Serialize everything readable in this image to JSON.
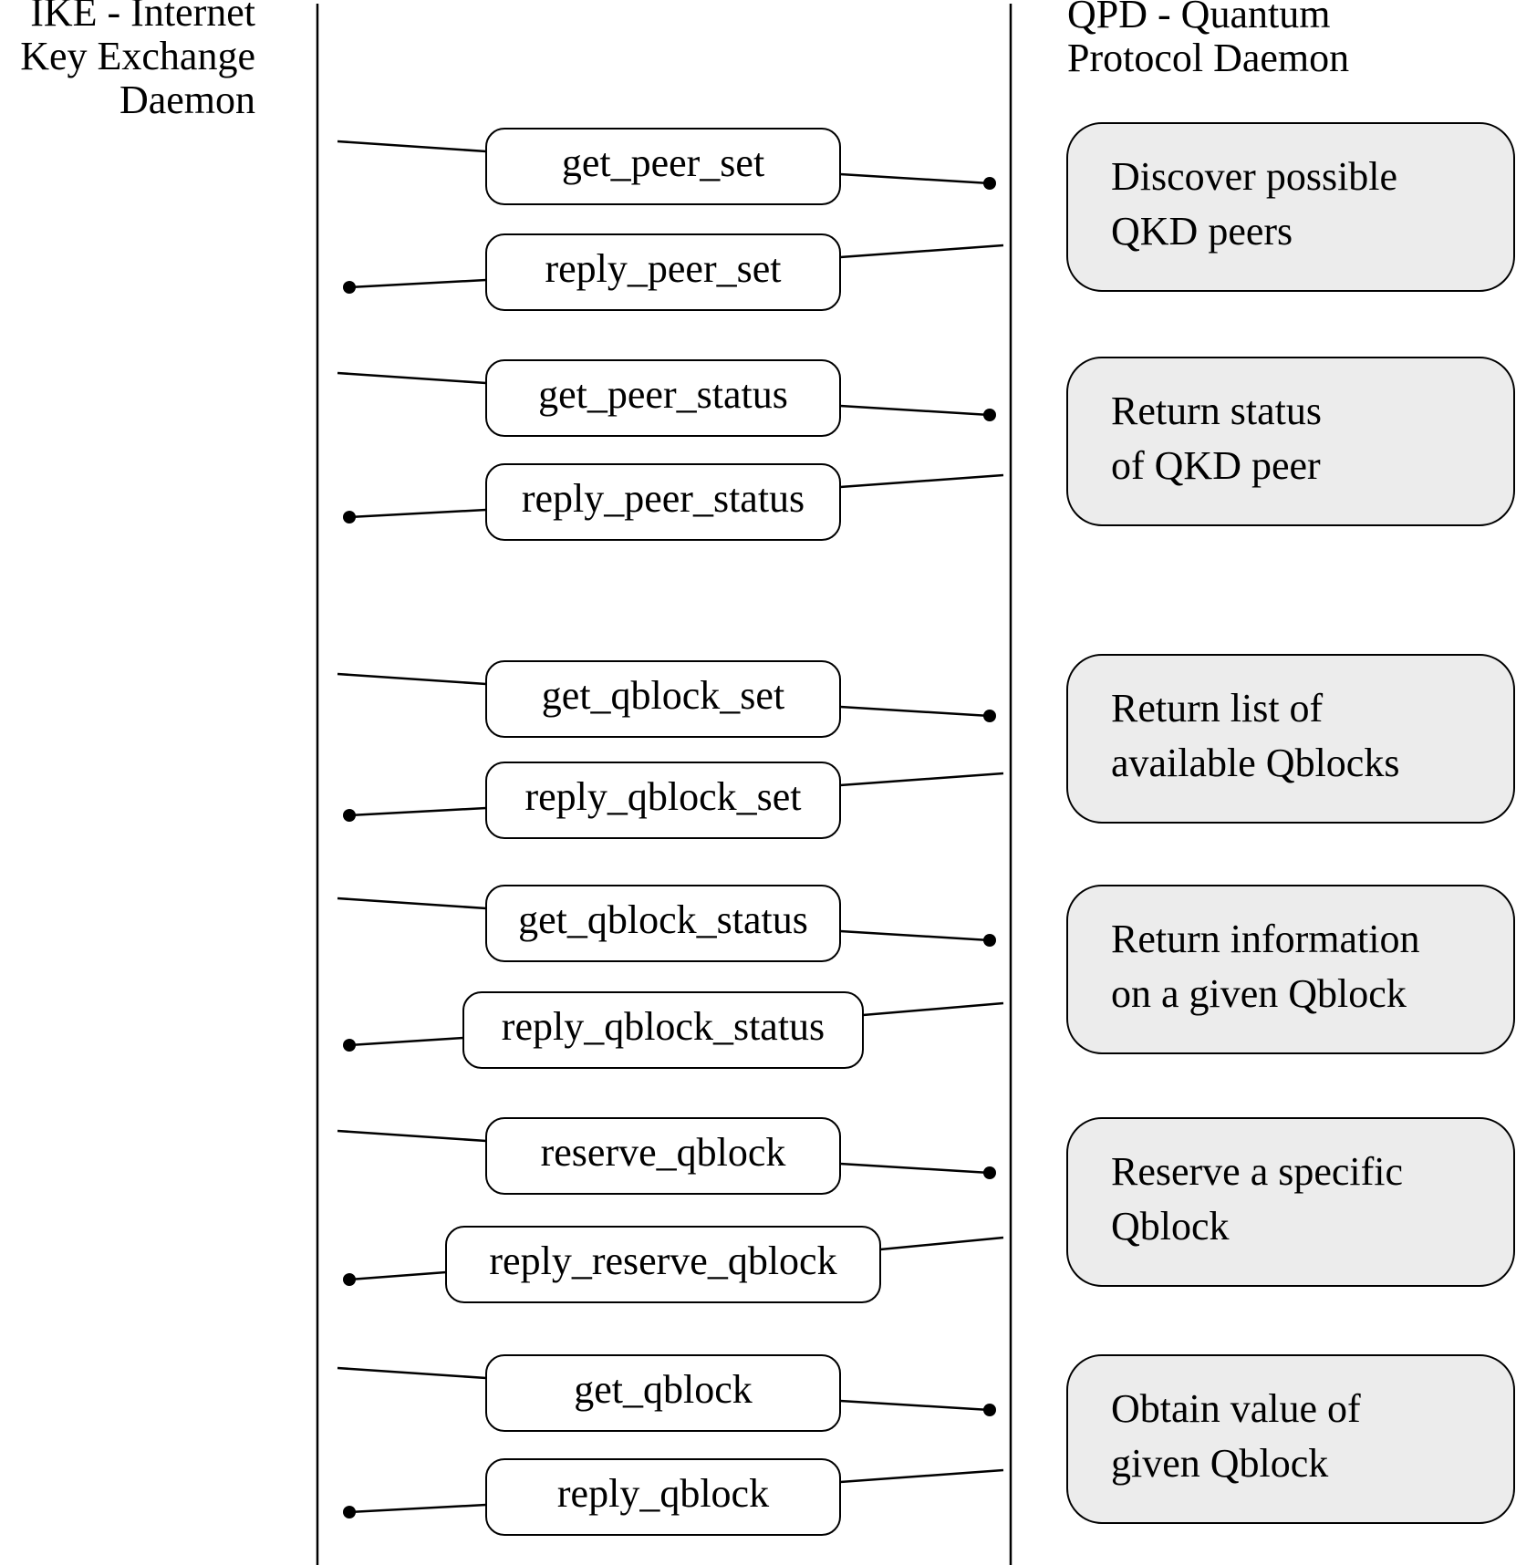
{
  "headers": {
    "left": [
      "IKE - Internet",
      "Key Exchange",
      "Daemon"
    ],
    "right": [
      "QPD - Quantum",
      "Protocol Daemon"
    ]
  },
  "messages": [
    {
      "label": "get_peer_set",
      "direction": "request"
    },
    {
      "label": "reply_peer_set",
      "direction": "reply"
    },
    {
      "label": "get_peer_status",
      "direction": "request"
    },
    {
      "label": "reply_peer_status",
      "direction": "reply"
    },
    {
      "label": "get_qblock_set",
      "direction": "request"
    },
    {
      "label": "reply_qblock_set",
      "direction": "reply"
    },
    {
      "label": "get_qblock_status",
      "direction": "request"
    },
    {
      "label": "reply_qblock_status",
      "direction": "reply"
    },
    {
      "label": "reserve_qblock",
      "direction": "request"
    },
    {
      "label": "reply_reserve_qblock",
      "direction": "reply"
    },
    {
      "label": "get_qblock",
      "direction": "request"
    },
    {
      "label": "reply_qblock",
      "direction": "reply"
    }
  ],
  "descriptions": [
    [
      "Discover possible",
      "QKD peers"
    ],
    [
      "Return status",
      "of QKD peer"
    ],
    [
      "Return list of",
      "available Qblocks"
    ],
    [
      "Return information",
      "on a given Qblock"
    ],
    [
      "Reserve a specific",
      "Qblock"
    ],
    [
      "Obtain value of",
      "given Qblock"
    ]
  ],
  "colors": {
    "line": "#000000",
    "description_fill": "#ececec",
    "message_fill": "#ffffff"
  }
}
